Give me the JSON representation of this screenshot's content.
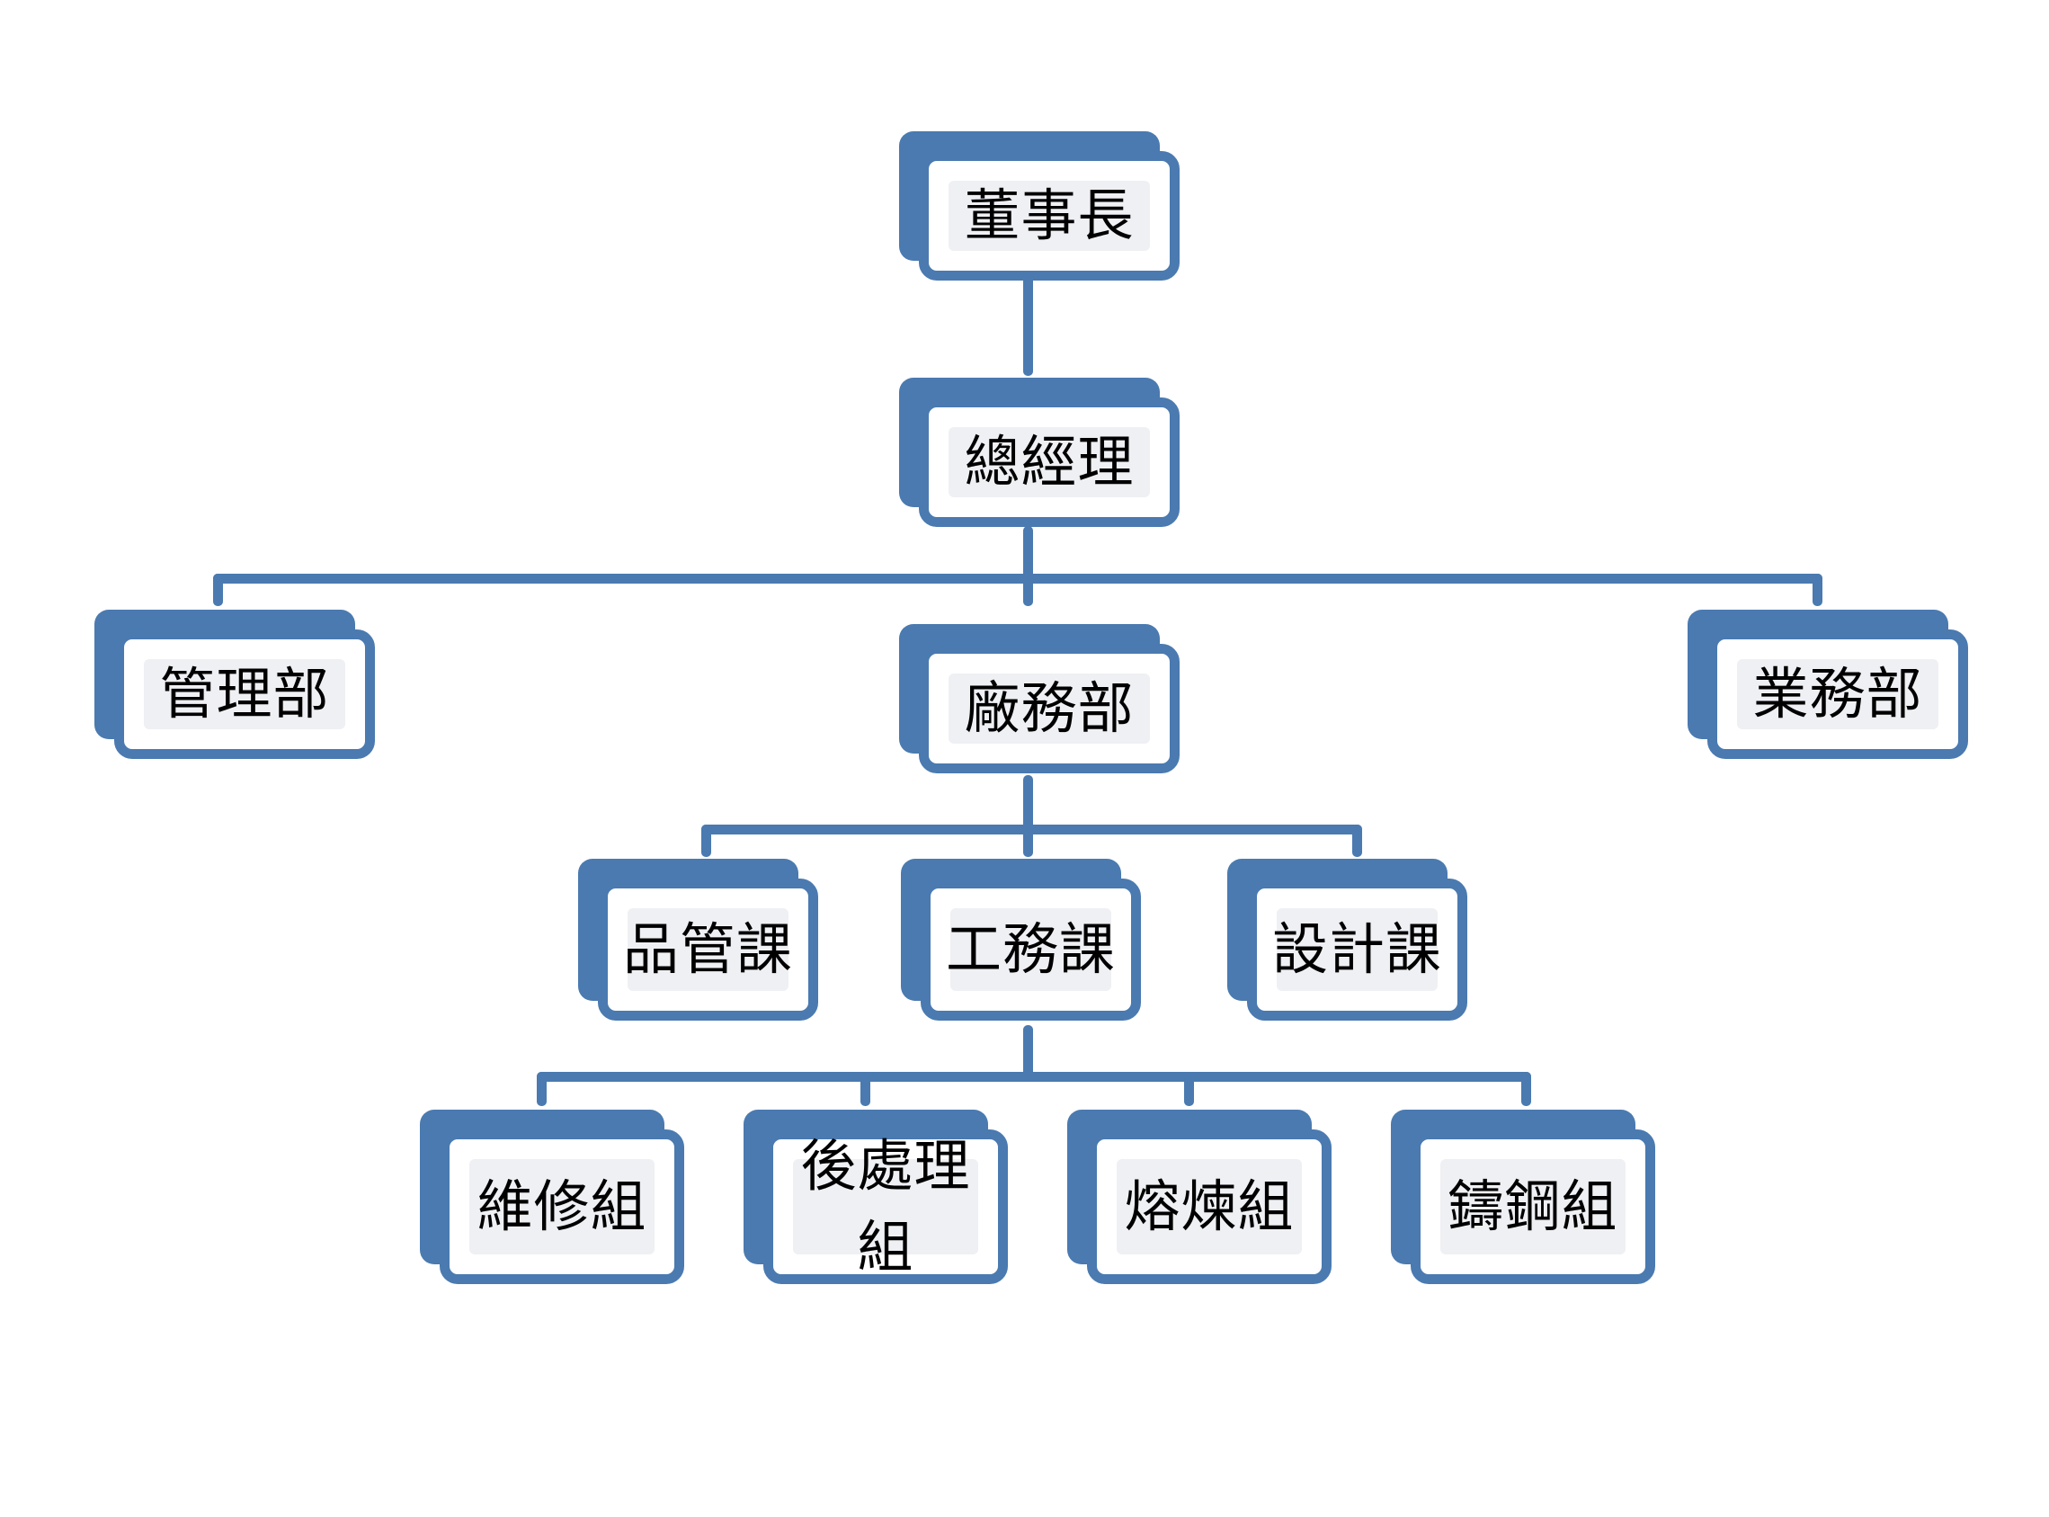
{
  "chart_data": {
    "type": "diagram",
    "diagram_kind": "organization-chart",
    "title": "",
    "orientation": "top-down",
    "colors": {
      "node_border": "#4a7ab0",
      "node_shadow": "#4a7ab0",
      "node_fill": "#eff0f4",
      "node_face": "#ffffff",
      "connector": "#4a7ab0",
      "text": "#000000",
      "background": "#ffffff"
    },
    "levels": [
      {
        "level": 1,
        "nodes": [
          "董事長"
        ]
      },
      {
        "level": 2,
        "nodes": [
          "總經理"
        ]
      },
      {
        "level": 3,
        "nodes": [
          "管理部",
          "廠務部",
          "業務部"
        ]
      },
      {
        "level": 4,
        "nodes": [
          "品管課",
          "工務課",
          "設計課"
        ]
      },
      {
        "level": 5,
        "nodes": [
          "維修組",
          "後處理組",
          "熔煉組",
          "鑄鋼組"
        ]
      }
    ],
    "edges": [
      {
        "from": "董事長",
        "to": "總經理"
      },
      {
        "from": "總經理",
        "to": "管理部"
      },
      {
        "from": "總經理",
        "to": "廠務部"
      },
      {
        "from": "總經理",
        "to": "業務部"
      },
      {
        "from": "廠務部",
        "to": "品管課"
      },
      {
        "from": "廠務部",
        "to": "工務課"
      },
      {
        "from": "廠務部",
        "to": "設計課"
      },
      {
        "from": "工務課",
        "to": "維修組"
      },
      {
        "from": "工務課",
        "to": "後處理組"
      },
      {
        "from": "工務課",
        "to": "熔煉組"
      },
      {
        "from": "工務課",
        "to": "鑄鋼組"
      }
    ]
  },
  "nodes": {
    "chairman": {
      "label": "董事長"
    },
    "general_manager": {
      "label": "總經理"
    },
    "admin_dept": {
      "label": "管理部"
    },
    "plant_dept": {
      "label": "廠務部"
    },
    "sales_dept": {
      "label": "業務部"
    },
    "qc_section": {
      "label": "品管課"
    },
    "engineering_section": {
      "label": "工務課"
    },
    "design_section": {
      "label": "設計課"
    },
    "maintenance_team": {
      "label": "維修組"
    },
    "post_processing_team": {
      "label": "後處理組"
    },
    "melting_team": {
      "label": "熔煉組"
    },
    "steel_casting_team": {
      "label": "鑄鋼組"
    }
  }
}
